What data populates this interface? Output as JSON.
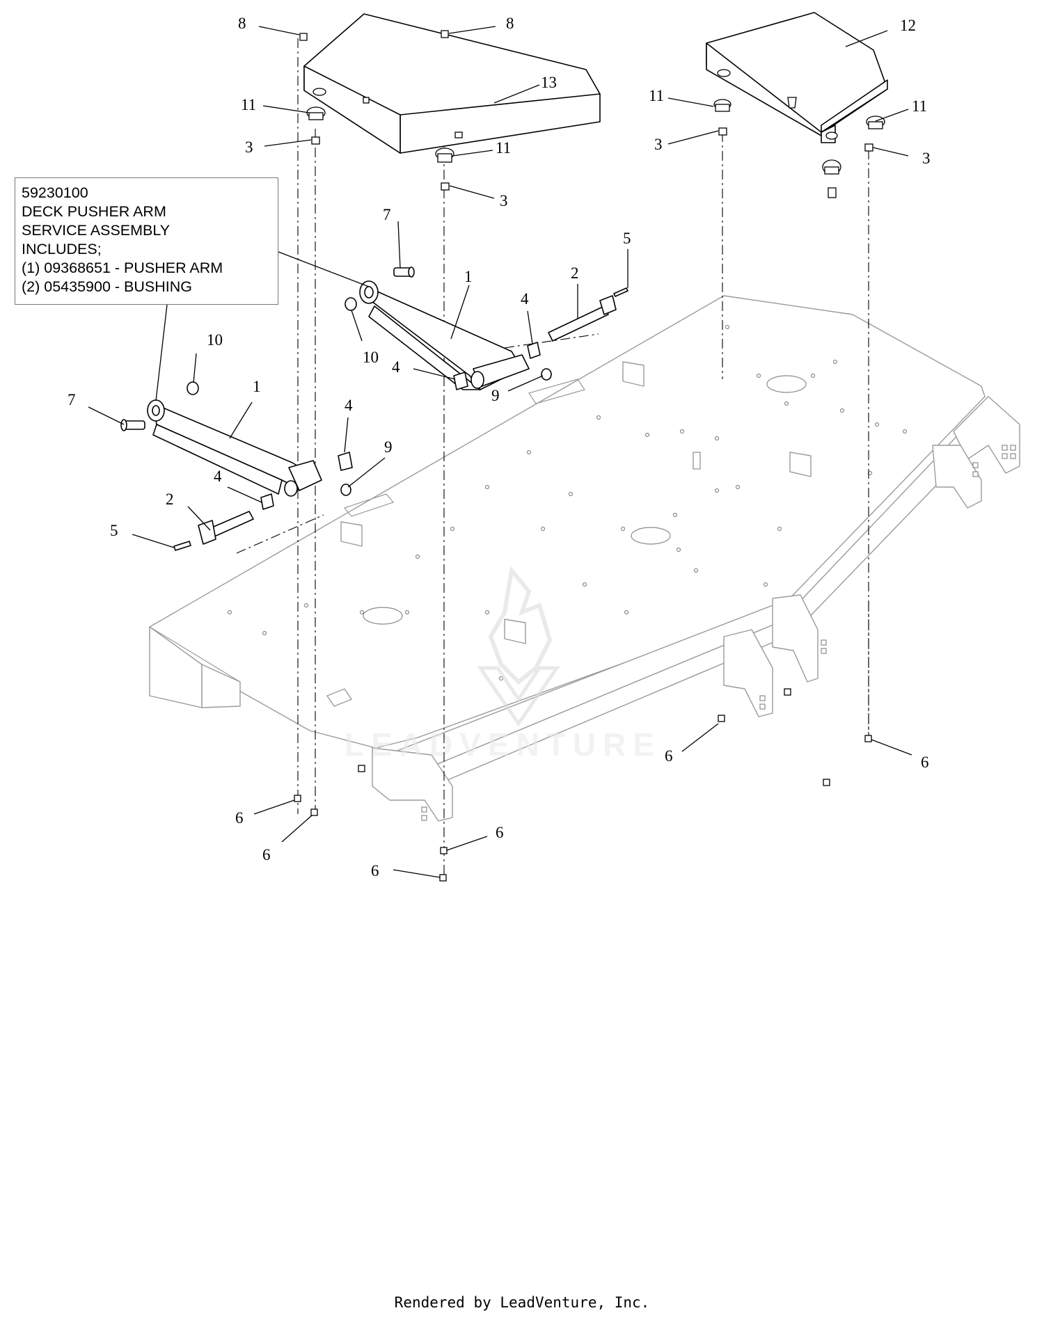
{
  "note": {
    "lines": [
      "59230100",
      "DECK PUSHER ARM",
      "SERVICE ASSEMBLY",
      "INCLUDES;",
      "(1) 09368651 - PUSHER ARM",
      "(2) 05435900 - BUSHING"
    ]
  },
  "callouts": [
    {
      "id": "c8a",
      "text": "8"
    },
    {
      "id": "c8b",
      "text": "8"
    },
    {
      "id": "c13",
      "text": "13"
    },
    {
      "id": "c12",
      "text": "12"
    },
    {
      "id": "c11a",
      "text": "11"
    },
    {
      "id": "c11b",
      "text": "11"
    },
    {
      "id": "c11c",
      "text": "11"
    },
    {
      "id": "c11d",
      "text": "11"
    },
    {
      "id": "c3a",
      "text": "3"
    },
    {
      "id": "c3b",
      "text": "3"
    },
    {
      "id": "c3c",
      "text": "3"
    },
    {
      "id": "c3d",
      "text": "3"
    },
    {
      "id": "c7a",
      "text": "7"
    },
    {
      "id": "c7b",
      "text": "7"
    },
    {
      "id": "c5a",
      "text": "5"
    },
    {
      "id": "c5b",
      "text": "5"
    },
    {
      "id": "c2a",
      "text": "2"
    },
    {
      "id": "c2b",
      "text": "2"
    },
    {
      "id": "c1a",
      "text": "1"
    },
    {
      "id": "c1b",
      "text": "1"
    },
    {
      "id": "c4a",
      "text": "4"
    },
    {
      "id": "c4b",
      "text": "4"
    },
    {
      "id": "c4c",
      "text": "4"
    },
    {
      "id": "c4d",
      "text": "4"
    },
    {
      "id": "c10a",
      "text": "10"
    },
    {
      "id": "c10b",
      "text": "10"
    },
    {
      "id": "c9a",
      "text": "9"
    },
    {
      "id": "c9b",
      "text": "9"
    },
    {
      "id": "c6a",
      "text": "6"
    },
    {
      "id": "c6b",
      "text": "6"
    },
    {
      "id": "c6c",
      "text": "6"
    },
    {
      "id": "c6d",
      "text": "6"
    },
    {
      "id": "c6e",
      "text": "6"
    },
    {
      "id": "c6f",
      "text": "6"
    }
  ],
  "watermark": "LEADVENTURE",
  "footer": "Rendered by LeadVenture, Inc."
}
